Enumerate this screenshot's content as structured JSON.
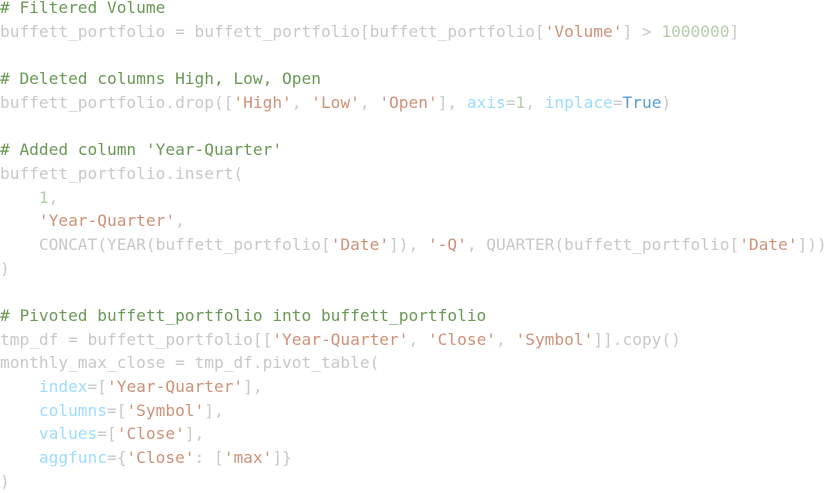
{
  "editor": {
    "colors": {
      "background": "#ffffff",
      "default_text": "#c8c8c8",
      "comment": "#6a9955",
      "string": "#ce9178",
      "number": "#b5cea8",
      "keyword_arg": "#9cdcfe",
      "boolean": "#569cd6"
    },
    "lines": [
      [
        {
          "t": "c",
          "v": "# Filtered Volume"
        }
      ],
      [
        {
          "t": "p",
          "v": "buffett_portfolio = buffett_portfolio[buffett_portfolio["
        },
        {
          "t": "s",
          "v": "'Volume'"
        },
        {
          "t": "p",
          "v": "] > "
        },
        {
          "t": "n",
          "v": "1000000"
        },
        {
          "t": "p",
          "v": "]"
        }
      ],
      [],
      [
        {
          "t": "c",
          "v": "# Deleted columns High, Low, Open"
        }
      ],
      [
        {
          "t": "p",
          "v": "buffett_portfolio.drop(["
        },
        {
          "t": "s",
          "v": "'High'"
        },
        {
          "t": "p",
          "v": ", "
        },
        {
          "t": "s",
          "v": "'Low'"
        },
        {
          "t": "p",
          "v": ", "
        },
        {
          "t": "s",
          "v": "'Open'"
        },
        {
          "t": "p",
          "v": "], "
        },
        {
          "t": "k",
          "v": "axis"
        },
        {
          "t": "p",
          "v": "="
        },
        {
          "t": "n",
          "v": "1"
        },
        {
          "t": "p",
          "v": ", "
        },
        {
          "t": "k",
          "v": "inplace"
        },
        {
          "t": "p",
          "v": "="
        },
        {
          "t": "b",
          "v": "True"
        },
        {
          "t": "p",
          "v": ")"
        }
      ],
      [],
      [
        {
          "t": "c",
          "v": "# Added column 'Year-Quarter'"
        }
      ],
      [
        {
          "t": "p",
          "v": "buffett_portfolio.insert("
        }
      ],
      [
        {
          "t": "p",
          "v": "    "
        },
        {
          "t": "n",
          "v": "1"
        },
        {
          "t": "p",
          "v": ","
        }
      ],
      [
        {
          "t": "p",
          "v": "    "
        },
        {
          "t": "s",
          "v": "'Year-Quarter'"
        },
        {
          "t": "p",
          "v": ","
        }
      ],
      [
        {
          "t": "p",
          "v": "    CONCAT(YEAR(buffett_portfolio["
        },
        {
          "t": "s",
          "v": "'Date'"
        },
        {
          "t": "p",
          "v": "]), "
        },
        {
          "t": "s",
          "v": "'-Q'"
        },
        {
          "t": "p",
          "v": ", QUARTER(buffett_portfolio["
        },
        {
          "t": "s",
          "v": "'Date'"
        },
        {
          "t": "p",
          "v": "]))"
        }
      ],
      [
        {
          "t": "p",
          "v": ")"
        }
      ],
      [],
      [
        {
          "t": "c",
          "v": "# Pivoted buffett_portfolio into buffett_portfolio"
        }
      ],
      [
        {
          "t": "p",
          "v": "tmp_df = buffett_portfolio[["
        },
        {
          "t": "s",
          "v": "'Year-Quarter'"
        },
        {
          "t": "p",
          "v": ", "
        },
        {
          "t": "s",
          "v": "'Close'"
        },
        {
          "t": "p",
          "v": ", "
        },
        {
          "t": "s",
          "v": "'Symbol'"
        },
        {
          "t": "p",
          "v": "]].copy()"
        }
      ],
      [
        {
          "t": "p",
          "v": "monthly_max_close = tmp_df.pivot_table("
        }
      ],
      [
        {
          "t": "p",
          "v": "    "
        },
        {
          "t": "k",
          "v": "index"
        },
        {
          "t": "p",
          "v": "=["
        },
        {
          "t": "s",
          "v": "'Year-Quarter'"
        },
        {
          "t": "p",
          "v": "],"
        }
      ],
      [
        {
          "t": "p",
          "v": "    "
        },
        {
          "t": "k",
          "v": "columns"
        },
        {
          "t": "p",
          "v": "=["
        },
        {
          "t": "s",
          "v": "'Symbol'"
        },
        {
          "t": "p",
          "v": "],"
        }
      ],
      [
        {
          "t": "p",
          "v": "    "
        },
        {
          "t": "k",
          "v": "values"
        },
        {
          "t": "p",
          "v": "=["
        },
        {
          "t": "s",
          "v": "'Close'"
        },
        {
          "t": "p",
          "v": "],"
        }
      ],
      [
        {
          "t": "p",
          "v": "    "
        },
        {
          "t": "k",
          "v": "aggfunc"
        },
        {
          "t": "p",
          "v": "={"
        },
        {
          "t": "s",
          "v": "'Close'"
        },
        {
          "t": "p",
          "v": ": ["
        },
        {
          "t": "s",
          "v": "'max'"
        },
        {
          "t": "p",
          "v": "]}"
        }
      ],
      [
        {
          "t": "p",
          "v": ")"
        }
      ]
    ]
  }
}
